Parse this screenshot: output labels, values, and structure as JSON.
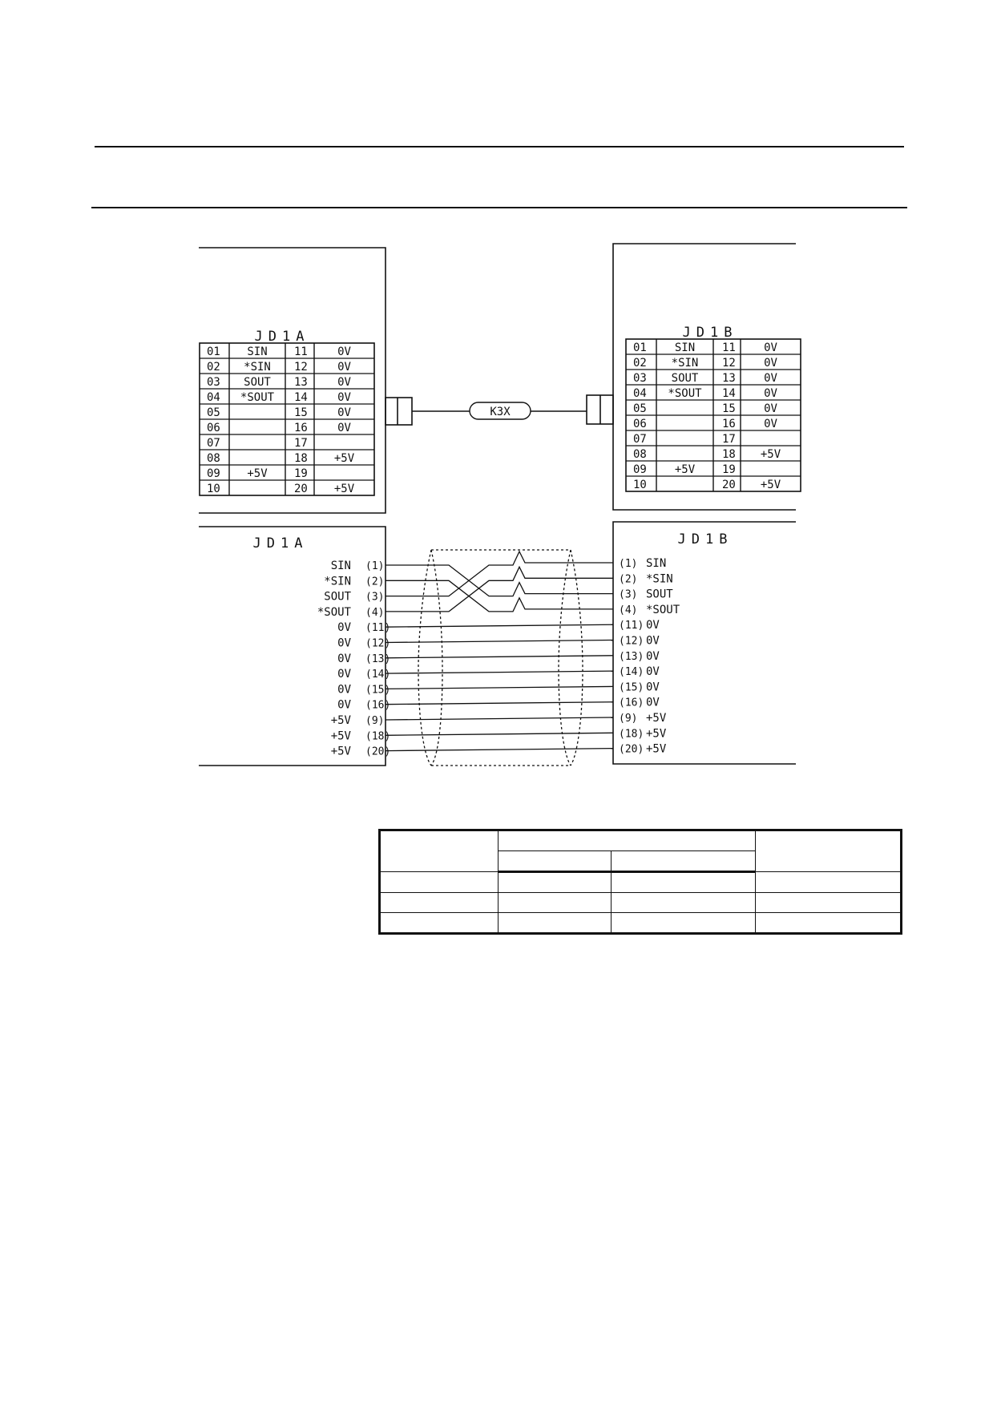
{
  "header": {
    "title": "",
    "subtitle": ""
  },
  "cable": {
    "name": "K3X"
  },
  "connectors": {
    "left": {
      "label": "JD1A",
      "pins": [
        {
          "pin": "01",
          "signal": "SIN"
        },
        {
          "pin": "02",
          "signal": "*SIN"
        },
        {
          "pin": "03",
          "signal": "SOUT"
        },
        {
          "pin": "04",
          "signal": "*SOUT"
        },
        {
          "pin": "05",
          "signal": ""
        },
        {
          "pin": "06",
          "signal": ""
        },
        {
          "pin": "07",
          "signal": ""
        },
        {
          "pin": "08",
          "signal": ""
        },
        {
          "pin": "09",
          "signal": "+5V"
        },
        {
          "pin": "10",
          "signal": ""
        },
        {
          "pin": "11",
          "signal": "0V"
        },
        {
          "pin": "12",
          "signal": "0V"
        },
        {
          "pin": "13",
          "signal": "0V"
        },
        {
          "pin": "14",
          "signal": "0V"
        },
        {
          "pin": "15",
          "signal": "0V"
        },
        {
          "pin": "16",
          "signal": "0V"
        },
        {
          "pin": "17",
          "signal": ""
        },
        {
          "pin": "18",
          "signal": "+5V"
        },
        {
          "pin": "19",
          "signal": ""
        },
        {
          "pin": "20",
          "signal": "+5V"
        }
      ]
    },
    "right": {
      "label": "JD1B",
      "pins": [
        {
          "pin": "01",
          "signal": "SIN"
        },
        {
          "pin": "02",
          "signal": "*SIN"
        },
        {
          "pin": "03",
          "signal": "SOUT"
        },
        {
          "pin": "04",
          "signal": "*SOUT"
        },
        {
          "pin": "05",
          "signal": ""
        },
        {
          "pin": "06",
          "signal": ""
        },
        {
          "pin": "07",
          "signal": ""
        },
        {
          "pin": "08",
          "signal": ""
        },
        {
          "pin": "09",
          "signal": "+5V"
        },
        {
          "pin": "10",
          "signal": ""
        },
        {
          "pin": "11",
          "signal": "0V"
        },
        {
          "pin": "12",
          "signal": "0V"
        },
        {
          "pin": "13",
          "signal": "0V"
        },
        {
          "pin": "14",
          "signal": "0V"
        },
        {
          "pin": "15",
          "signal": "0V"
        },
        {
          "pin": "16",
          "signal": "0V"
        },
        {
          "pin": "17",
          "signal": ""
        },
        {
          "pin": "18",
          "signal": "+5V"
        },
        {
          "pin": "19",
          "signal": ""
        },
        {
          "pin": "20",
          "signal": "+5V"
        }
      ]
    }
  },
  "wiring": [
    {
      "left_signal": "SIN",
      "left_pin": "(1)",
      "right_pin": "(1)",
      "right_signal": "SIN"
    },
    {
      "left_signal": "*SIN",
      "left_pin": "(2)",
      "right_pin": "(2)",
      "right_signal": "*SIN"
    },
    {
      "left_signal": "SOUT",
      "left_pin": "(3)",
      "right_pin": "(3)",
      "right_signal": "SOUT"
    },
    {
      "left_signal": "*SOUT",
      "left_pin": "(4)",
      "right_pin": "(4)",
      "right_signal": "*SOUT"
    },
    {
      "left_signal": "0V",
      "left_pin": "(11)",
      "right_pin": "(11)",
      "right_signal": "0V"
    },
    {
      "left_signal": "0V",
      "left_pin": "(12)",
      "right_pin": "(12)",
      "right_signal": "0V"
    },
    {
      "left_signal": "0V",
      "left_pin": "(13)",
      "right_pin": "(13)",
      "right_signal": "0V"
    },
    {
      "left_signal": "0V",
      "left_pin": "(14)",
      "right_pin": "(14)",
      "right_signal": "0V"
    },
    {
      "left_signal": "0V",
      "left_pin": "(15)",
      "right_pin": "(15)",
      "right_signal": "0V"
    },
    {
      "left_signal": "0V",
      "left_pin": "(16)",
      "right_pin": "(16)",
      "right_signal": "0V"
    },
    {
      "left_signal": "+5V",
      "left_pin": "(9)",
      "right_pin": "(9)",
      "right_signal": "+5V"
    },
    {
      "left_signal": "+5V",
      "left_pin": "(18)",
      "right_pin": "(18)",
      "right_signal": "+5V"
    },
    {
      "left_signal": "+5V",
      "left_pin": "(20)",
      "right_pin": "(20)",
      "right_signal": "+5V"
    }
  ],
  "crossings": [
    {
      "from": "(1)",
      "to": "(3)"
    },
    {
      "from": "(2)",
      "to": "(4)"
    },
    {
      "from": "(3)",
      "to": "(1)"
    },
    {
      "from": "(4)",
      "to": "(2)"
    }
  ],
  "spec_table": {
    "header": [
      [
        "",
        "",
        "",
        ""
      ],
      [
        "",
        "",
        ""
      ]
    ],
    "rows": [
      [
        "",
        "",
        "",
        ""
      ],
      [
        "",
        "",
        "",
        ""
      ],
      [
        "",
        "",
        "",
        ""
      ]
    ]
  }
}
